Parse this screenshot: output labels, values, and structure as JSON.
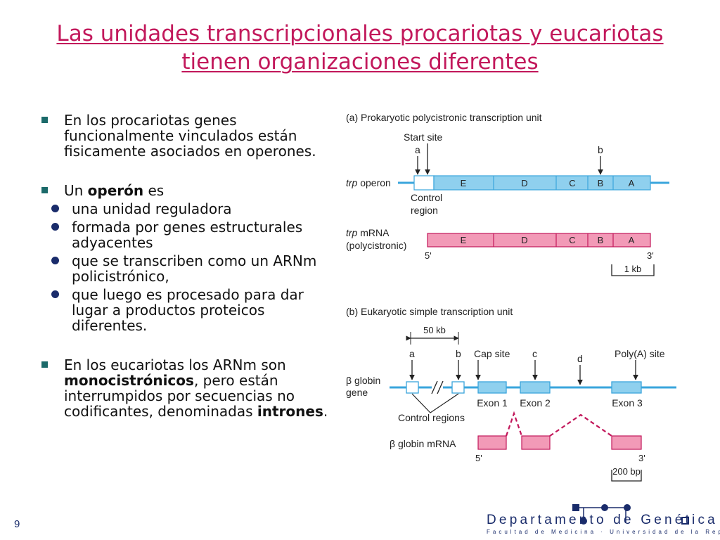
{
  "slide": {
    "title_line1": "Las unidades transcripcionales procariotas y eucariotas",
    "title_line2": "tienen organizaciones diferentes",
    "page_number": "9"
  },
  "bullets": {
    "b1": "En los procariotas genes funcionalmente vinculados están fisicamente asociados en operones.",
    "b2_pre": "Un ",
    "b2_bold": "operón",
    "b2_post": " es",
    "sub1": "una unidad reguladora",
    "sub2": "formada por genes estructurales adyacentes",
    "sub3": "que se transcriben como un ARNm policistrónico,",
    "sub4": "que luego es procesado para dar lugar a productos proteicos diferentes.",
    "b3_pre": "En los eucariotas los ARNm son ",
    "b3_bold1": "monocistrónicos",
    "b3_mid": ", pero están interrumpidos por secuencias no codificantes, denominadas ",
    "b3_bold2": "intrones",
    "b3_post": "."
  },
  "diagram_a": {
    "title": "(a)  Prokaryotic polycistronic transcription unit",
    "start_site": "Start site",
    "label_a": "a",
    "label_b": "b",
    "trp": "trp",
    "operon": " operon",
    "control": "Control",
    "region": "region",
    "genes": [
      "E",
      "D",
      "C",
      "B",
      "A"
    ],
    "mrna_trp": "trp",
    "mrna_label": " mRNA",
    "polycistronic": "(polycistronic)",
    "five_prime": "5'",
    "three_prime": "3'",
    "scale": "1 kb"
  },
  "diagram_b": {
    "title": "(b)  Eukaryotic simple transcription unit",
    "scale_top": "50 kb",
    "label_a": "a",
    "label_b": "b",
    "cap_site": "Cap site",
    "label_c": "c",
    "label_d": "d",
    "polya_site": "Poly(A) site",
    "gene_line1": "β globin",
    "gene_line2": "gene",
    "exon1": "Exon 1",
    "exon2": "Exon 2",
    "exon3": "Exon 3",
    "control_regions": "Control regions",
    "mrna_label": "β globin mRNA",
    "five_prime": "5'",
    "three_prime": "3'",
    "scale": "200 bp"
  },
  "logo": {
    "name": "Departamento de Genética",
    "subtitle": "Facultad de Medicina · Universidad de la República"
  },
  "colors": {
    "title": "#c2185b",
    "gene_blue": "#8fd0ee",
    "line_blue": "#3aa5dc",
    "mrna_pink": "#f29ab7",
    "mrna_border": "#c2185b",
    "bullet_square": "#1b6a6a",
    "bullet_dot": "#1a2c6b"
  }
}
